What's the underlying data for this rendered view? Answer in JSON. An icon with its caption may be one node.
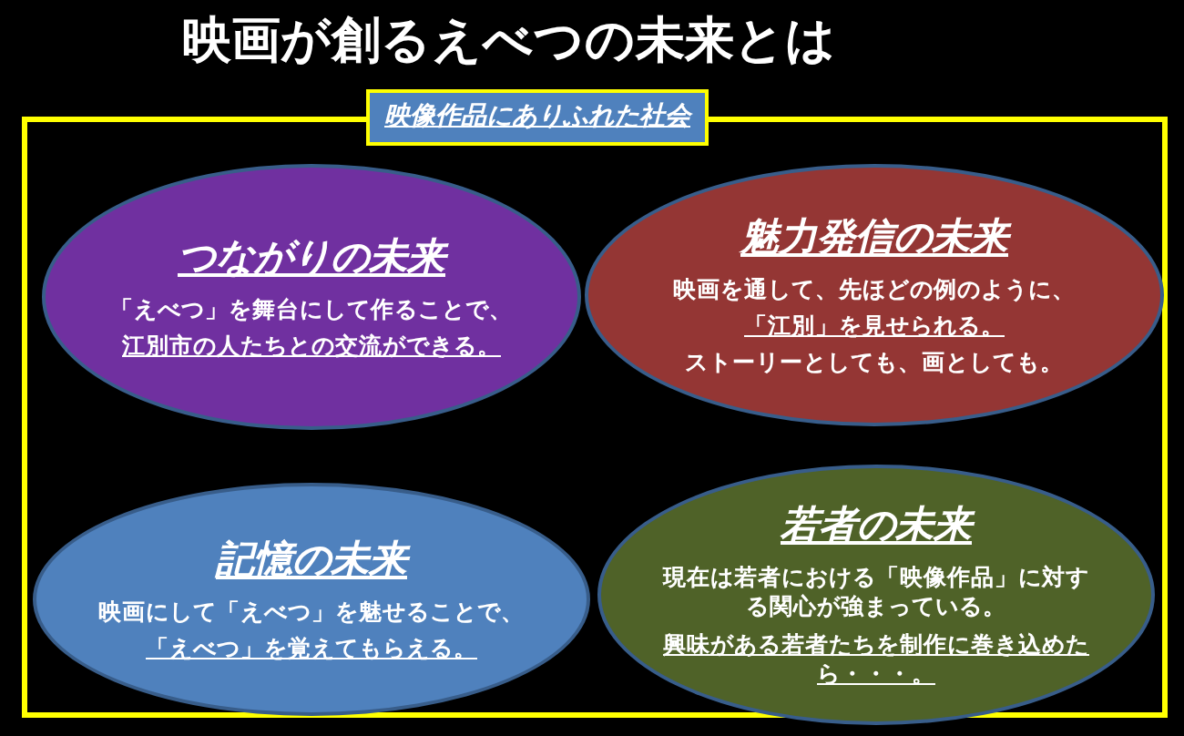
{
  "diagram": {
    "title": "映画が創るえべつの未来とは",
    "nodes": [
      {
        "text": [
          "映像作品にありふれた社会"
        ]
      },
      {
        "text": [
          "つながりの未来",
          "「えべつ」を舞台にして作ることで、",
          "江別市の人たちとの交流ができる。"
        ],
        "in": 0
      },
      {
        "text": [
          "魅力発信の未来",
          "映画を通して、先ほどの例のように、",
          "「江別」を見せられる。",
          "ストーリーとしても、画としても。"
        ],
        "in": 0
      },
      {
        "text": [
          "記憶の未来",
          "映画にして「えべつ」を魅せることで、",
          "「えべつ」を覚えてもらえる。"
        ],
        "in": 0
      },
      {
        "text": [
          "若者の未来",
          "現在は若者における「映像作品」に対する関心が強まっている。",
          "興味がある若者たちを制作に巻き込めたら・・・。"
        ],
        "in": 0
      }
    ]
  }
}
